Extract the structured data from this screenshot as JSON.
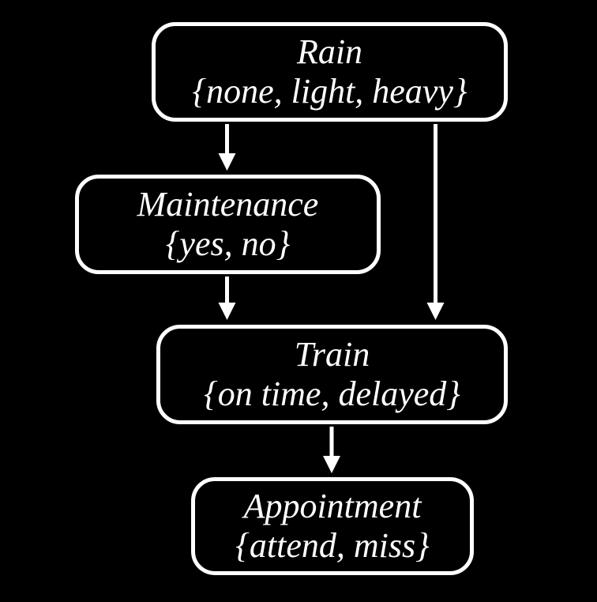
{
  "diagram": {
    "type": "bayesian-network",
    "nodes": {
      "rain": {
        "label": "Rain",
        "domain": "{none, light, heavy}"
      },
      "maintenance": {
        "label": "Maintenance",
        "domain": "{yes, no}"
      },
      "train": {
        "label": "Train",
        "domain": "{on time, delayed}"
      },
      "appointment": {
        "label": "Appointment",
        "domain": "{attend, miss}"
      }
    },
    "edges": [
      {
        "from": "Rain",
        "to": "Maintenance"
      },
      {
        "from": "Rain",
        "to": "Train"
      },
      {
        "from": "Maintenance",
        "to": "Train"
      },
      {
        "from": "Train",
        "to": "Appointment"
      }
    ],
    "colors": {
      "background": "#000000",
      "node_border": "#ffffff",
      "node_fill": "#000000",
      "text": "#ffffff",
      "arrow": "#ffffff"
    }
  }
}
